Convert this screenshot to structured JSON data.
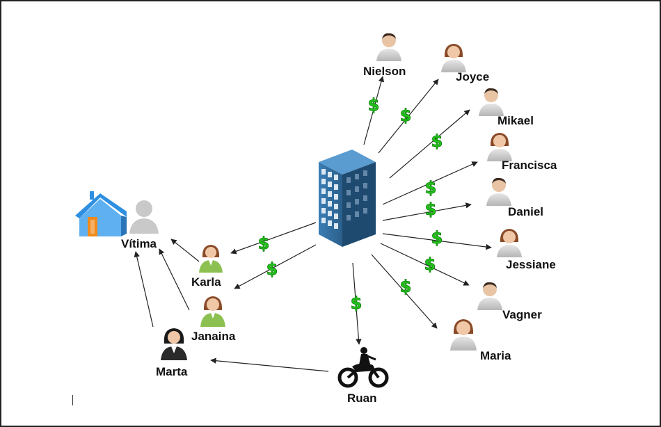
{
  "nodes": {
    "vitima": "Vítima",
    "karla": "Karla",
    "janaina": "Janaina",
    "marta": "Marta",
    "ruan": "Ruan",
    "nielson": "Nielson",
    "joyce": "Joyce",
    "mikael": "Mikael",
    "francisca": "Francisca",
    "daniel": "Daniel",
    "jessiane": "Jessiane",
    "vagner": "Vagner",
    "maria": "Maria"
  },
  "money_symbol": "$",
  "colors": {
    "building": "#2f6796",
    "building_window": "#dbe8f4",
    "money": "#22c21a",
    "house_roof": "#2f8fe0",
    "house_door": "#f08a1c",
    "person_gray": "#c9c9c9",
    "person_green": "#8cc152",
    "arrow": "#222222"
  }
}
